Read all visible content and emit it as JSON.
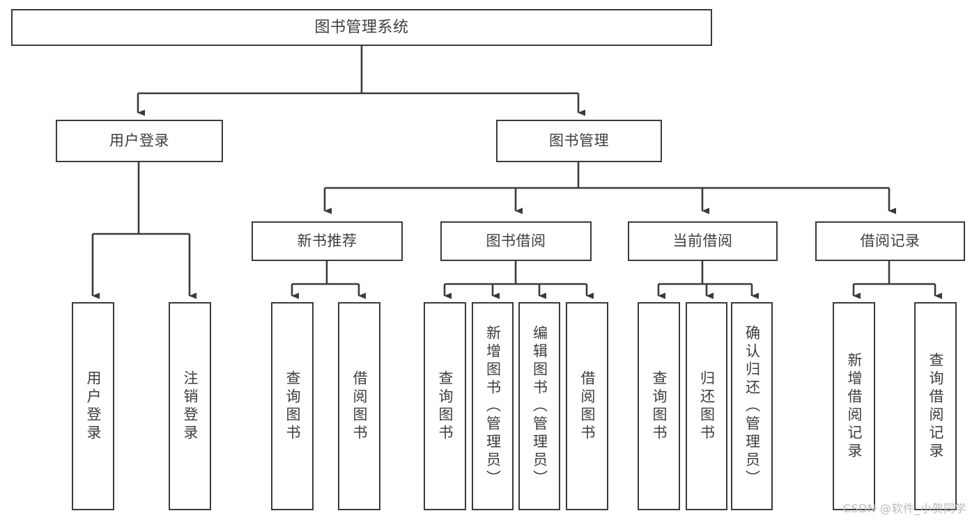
{
  "diagram": {
    "type": "tree-hierarchy",
    "title": "图书管理系统",
    "colors": {
      "background": "#ffffff",
      "border": "#3a3a3a",
      "text": "#3d3d3d",
      "edge": "#3a3a3a",
      "watermark": "#b9b9b9"
    },
    "nodes": {
      "root": {
        "label": "图书管理系统"
      },
      "level2": [
        {
          "id": "user-login",
          "label": "用户登录"
        },
        {
          "id": "book-management",
          "label": "图书管理"
        }
      ],
      "level3": [
        {
          "id": "new-book-recommend",
          "label": "新书推荐"
        },
        {
          "id": "book-borrow",
          "label": "图书借阅"
        },
        {
          "id": "current-borrow",
          "label": "当前借阅"
        },
        {
          "id": "borrow-record",
          "label": "借阅记录"
        }
      ],
      "leaves": {
        "user_login": [
          {
            "id": "leaf-user-login",
            "label": "用户登录"
          },
          {
            "id": "leaf-logout",
            "label": "注销登录"
          }
        ],
        "new_book_recommend": [
          {
            "id": "leaf-query-book-1",
            "label": "查询图书"
          },
          {
            "id": "leaf-borrow-book-1",
            "label": "借阅图书"
          }
        ],
        "book_borrow": [
          {
            "id": "leaf-query-book-2",
            "label": "查询图书"
          },
          {
            "id": "leaf-add-book",
            "label": "新增图书（管理员）"
          },
          {
            "id": "leaf-edit-book",
            "label": "编辑图书（管理员）"
          },
          {
            "id": "leaf-borrow-book-2",
            "label": "借阅图书"
          }
        ],
        "current_borrow": [
          {
            "id": "leaf-query-book-3",
            "label": "查询图书"
          },
          {
            "id": "leaf-return-book",
            "label": "归还图书"
          },
          {
            "id": "leaf-confirm-return",
            "label": "确认归还（管理员）"
          }
        ],
        "borrow_record": [
          {
            "id": "leaf-add-record",
            "label": "新增借阅记录"
          },
          {
            "id": "leaf-query-record",
            "label": "查询借阅记录"
          }
        ]
      }
    },
    "watermark": "CSDN @软件_小贺同学"
  }
}
